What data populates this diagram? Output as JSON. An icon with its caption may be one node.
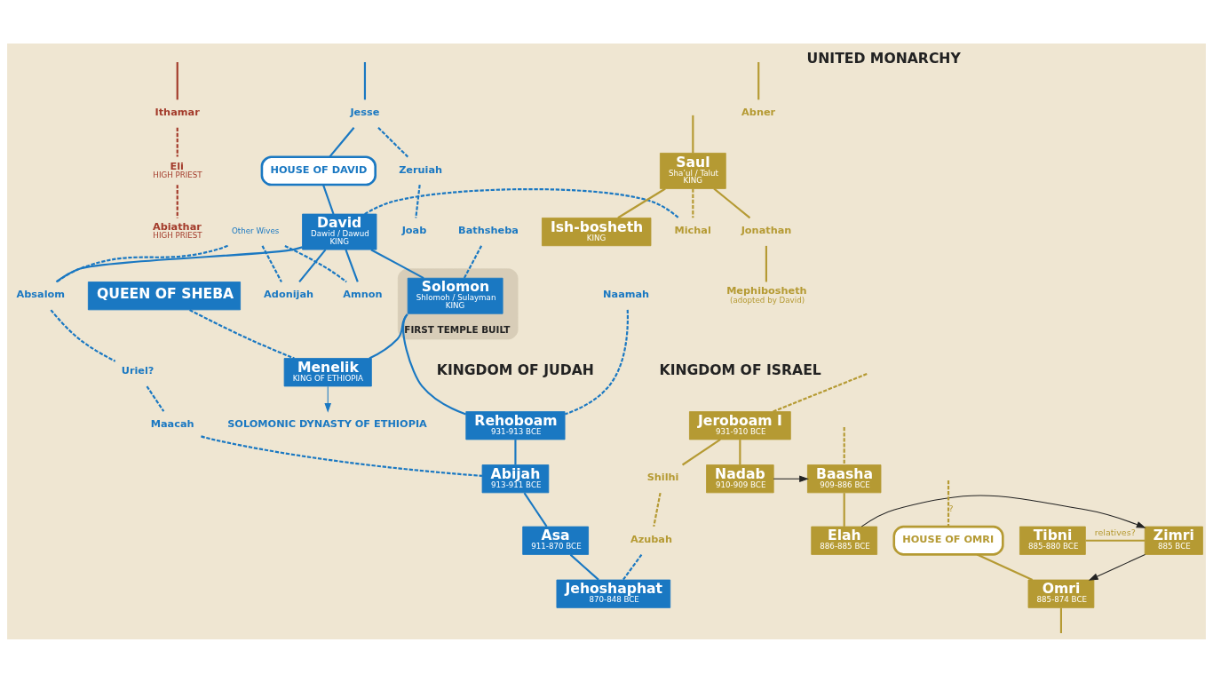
{
  "diagram": {
    "nodes": [
      {
        "text": [
          "Ithamar"
        ]
      },
      {
        "text": [
          "Eli",
          "HIGH PRIEST"
        ]
      },
      {
        "text": [
          "Abiathar",
          "HIGH PRIEST"
        ]
      },
      {
        "text": [
          "Jesse"
        ]
      },
      {
        "text": [
          "Zeruiah"
        ]
      },
      {
        "text": [
          "Joab"
        ]
      },
      {
        "text": [
          "HOUSE OF DAVID"
        ]
      },
      {
        "text": [
          "David",
          "Dawid / Dawud",
          "KING"
        ]
      },
      {
        "text": [
          "Other Wives"
        ]
      },
      {
        "text": [
          "Michal"
        ]
      },
      {
        "text": [
          "Bathsheba"
        ]
      },
      {
        "text": [
          "Abner"
        ]
      },
      {
        "text": [
          "Saul",
          "Sha’ul / Talut",
          "KING"
        ]
      },
      {
        "text": [
          "Jonathan"
        ]
      },
      {
        "text": [
          "Ish-bosheth",
          "KING"
        ]
      },
      {
        "text": [
          "Mephibosheth",
          "(adopted by David)"
        ]
      },
      {
        "text": [
          "Amnon"
        ]
      },
      {
        "text": [
          "Absalom"
        ]
      },
      {
        "text": [
          "Adonijah"
        ]
      },
      {
        "text": [
          "FIRST TEMPLE BUILT"
        ]
      },
      {
        "text": [
          "Solomon",
          "Shlomoh / Sulayman",
          "KING"
        ],
        "in": 19
      },
      {
        "text": [
          "Naamah"
        ]
      },
      {
        "text": [
          "Uriel?"
        ]
      },
      {
        "text": [
          "QUEEN OF SHEBA"
        ]
      },
      {
        "text": [
          "Menelik",
          "KING OF ETHIOPIA"
        ]
      },
      {
        "text": [
          "SOLOMONIC DYNASTY OF ETHIOPIA"
        ]
      },
      {
        "text": [
          "Maacah"
        ]
      },
      {
        "text": [
          "Rehoboam",
          "931-913 BCE"
        ]
      },
      {
        "text": [
          "Jeroboam I",
          "931-910 BCE"
        ]
      },
      {
        "text": [
          "Abijah",
          "913-911 BCE"
        ]
      },
      {
        "text": [
          "Asa",
          "911-870 BCE"
        ]
      },
      {
        "text": [
          "Shilhi"
        ]
      },
      {
        "text": [
          "Azubah"
        ]
      },
      {
        "text": [
          "Nadab",
          "910-909 BCE"
        ]
      },
      {
        "text": [
          "Baasha",
          "909-886 BCE"
        ]
      },
      {
        "text": [
          "Tibni",
          "885-880 BCE"
        ]
      },
      {
        "text": [
          "Zimri",
          "885 BCE"
        ]
      },
      {
        "text": [
          "Elah",
          "886-885 BCE"
        ]
      },
      {
        "text": [
          "HOUSE OF OMRI"
        ]
      },
      {
        "text": [
          "Omri",
          "885-874 BCE"
        ]
      },
      {
        "text": [
          "Jehoshaphat",
          "870-848 BCE"
        ]
      }
    ],
    "edges": [
      {
        "from": null,
        "to": 0,
        "arrow": "none",
        "color": "#a33b2b"
      },
      {
        "from": 0,
        "to": 1,
        "arrow": "none",
        "style": "dashed",
        "color": "#a33b2b"
      },
      {
        "from": 1,
        "to": 2,
        "arrow": "none",
        "style": "dashed",
        "color": "#a33b2b"
      },
      {
        "from": null,
        "to": 3,
        "arrow": "none"
      },
      {
        "from": 3,
        "to": 6,
        "arrow": "none"
      },
      {
        "from": 6,
        "to": 7,
        "arrow": "none"
      },
      {
        "from": 3,
        "to": 4,
        "arrow": "none",
        "style": "dashed"
      },
      {
        "from": 4,
        "to": 5,
        "arrow": "none",
        "style": "dashed"
      },
      {
        "from": null,
        "to": 11,
        "arrow": "none",
        "color": "#b59a33"
      },
      {
        "from": null,
        "to": 12,
        "arrow": "none",
        "color": "#b59a33"
      },
      {
        "from": 12,
        "to": 13,
        "arrow": "none",
        "color": "#b59a33"
      },
      {
        "from": 12,
        "to": 14,
        "arrow": "none",
        "color": "#b59a33"
      },
      {
        "from": 13,
        "to": 15,
        "arrow": "none",
        "color": "#b59a33"
      },
      {
        "from": 12,
        "to": 9,
        "arrow": "none",
        "style": "dashed",
        "color": "#b59a33"
      },
      {
        "from": 7,
        "to": 9,
        "arrow": "none",
        "style": "dashed"
      },
      {
        "from": 7,
        "to": 20,
        "arrow": "none"
      },
      {
        "from": 10,
        "to": 20,
        "arrow": "none",
        "style": "dashed"
      },
      {
        "from": 7,
        "to": 16,
        "arrow": "none"
      },
      {
        "from": 7,
        "to": 17,
        "arrow": "none"
      },
      {
        "from": 7,
        "to": 18,
        "arrow": "none"
      },
      {
        "from": 8,
        "to": 16,
        "arrow": "none",
        "style": "dashed"
      },
      {
        "from": 8,
        "to": 17,
        "arrow": "none",
        "style": "dashed"
      },
      {
        "from": 8,
        "to": 18,
        "arrow": "none",
        "style": "dashed"
      },
      {
        "from": 17,
        "to": 22,
        "arrow": "none",
        "style": "dashed"
      },
      {
        "from": 22,
        "to": 26,
        "arrow": "none",
        "style": "dashed"
      },
      {
        "from": 20,
        "to": 27,
        "arrow": "none"
      },
      {
        "from": 21,
        "to": 27,
        "arrow": "none",
        "style": "dashed"
      },
      {
        "from": 20,
        "to": 24,
        "arrow": "none"
      },
      {
        "from": 23,
        "to": 24,
        "arrow": "none",
        "style": "dashed"
      },
      {
        "from": 24,
        "to": 25,
        "arrow": "to"
      },
      {
        "from": 27,
        "to": 29,
        "arrow": "none"
      },
      {
        "from": 26,
        "to": 29,
        "arrow": "none",
        "style": "dashed"
      },
      {
        "from": 29,
        "to": 30,
        "arrow": "none"
      },
      {
        "from": 30,
        "to": 40,
        "arrow": "none"
      },
      {
        "from": 32,
        "to": 40,
        "arrow": "none",
        "style": "dashed"
      },
      {
        "from": null,
        "to": 28,
        "arrow": "none",
        "style": "dashed",
        "color": "#b59a33"
      },
      {
        "from": 28,
        "to": 31,
        "arrow": "none",
        "color": "#b59a33"
      },
      {
        "from": 28,
        "to": 33,
        "arrow": "none",
        "color": "#b59a33"
      },
      {
        "from": 31,
        "to": 32,
        "arrow": "none",
        "style": "dashed",
        "color": "#b59a33"
      },
      {
        "from": 33,
        "to": 34,
        "arrow": "to",
        "color": "#222222"
      },
      {
        "from": 34,
        "to": 37,
        "arrow": "none",
        "color": "#b59a33"
      },
      {
        "from": 37,
        "to": 36,
        "arrow": "to",
        "color": "#222222"
      },
      {
        "from": 35,
        "to": 36,
        "arrow": "none",
        "label": "relatives?",
        "color": "#b59a33"
      },
      {
        "from": 36,
        "to": 39,
        "arrow": "to",
        "color": "#222222"
      },
      {
        "from": null,
        "to": 34,
        "arrow": "none",
        "style": "dashed",
        "color": "#b59a33"
      },
      {
        "from": null,
        "to": 38,
        "arrow": "none",
        "style": "dashed",
        "label": "?",
        "color": "#b59a33"
      },
      {
        "from": 38,
        "to": 39,
        "arrow": "none",
        "color": "#b59a33"
      },
      {
        "from": 39,
        "to": null,
        "arrow": "none",
        "color": "#b59a33"
      }
    ],
    "labels": [
      "UNITED MONARCHY",
      "KINGDOM OF JUDAH",
      "KINGDOM OF ISRAEL"
    ]
  }
}
